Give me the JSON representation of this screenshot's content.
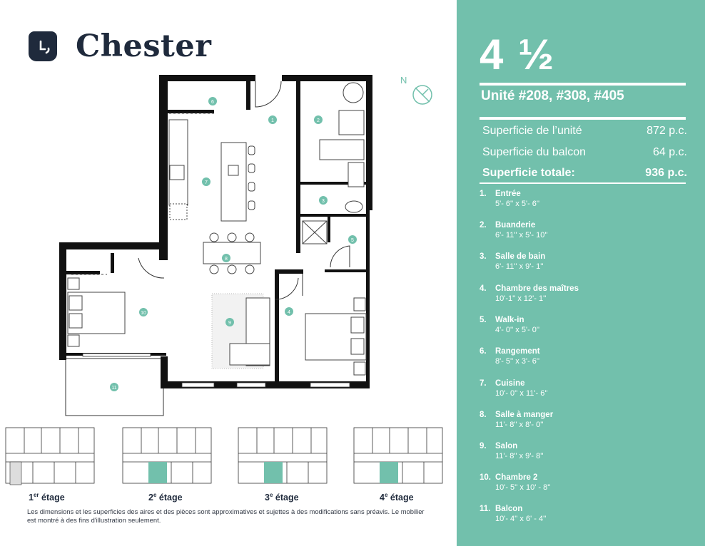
{
  "brand": {
    "name": "Chester",
    "logo_icon": "house-clock-icon"
  },
  "plan": {
    "north_label": "N",
    "room_markers": [
      "1",
      "2",
      "3",
      "4",
      "5",
      "6",
      "7",
      "8",
      "9",
      "10",
      "11"
    ],
    "accent_color": "#72c0ac",
    "wall_color": "#111111"
  },
  "floors": [
    {
      "label_num": "1",
      "label_ord": "er",
      "label_text": "étage",
      "highlighted": false
    },
    {
      "label_num": "2",
      "label_ord": "e",
      "label_text": "étage",
      "highlighted": true
    },
    {
      "label_num": "3",
      "label_ord": "e",
      "label_text": "étage",
      "highlighted": true
    },
    {
      "label_num": "4",
      "label_ord": "e",
      "label_text": "étage",
      "highlighted": true
    }
  ],
  "disclaimer": "Les dimensions et les superficies des aires et des pièces sont approximatives et sujettes à des modifications sans préavis. Le mobilier est montré à des fins d'illustration seulement.",
  "panel": {
    "bg_color": "#72c0ac",
    "unit_type": "4 ½",
    "unit_numbers": "Unité #208, #308, #405",
    "areas": [
      {
        "label": "Superficie de l’unité",
        "value": "872 p.c."
      },
      {
        "label": "Superficie du balcon",
        "value": "64 p.c."
      },
      {
        "label": "Superficie totale:",
        "value": "936 p.c."
      }
    ],
    "rooms": [
      {
        "num": "1.",
        "name": "Entrée",
        "dim": "5'- 6'' x 5'- 6''"
      },
      {
        "num": "2.",
        "name": "Buanderie",
        "dim": "6'- 11'' x 5'- 10''"
      },
      {
        "num": "3.",
        "name": "Salle de bain",
        "dim": "6'- 11'' x  9'- 1''"
      },
      {
        "num": "4.",
        "name": "Chambre des maîtres",
        "dim": "10'-1'' x 12'- 1''"
      },
      {
        "num": "5.",
        "name": "Walk-in",
        "dim": "4'- 0'' x 5'- 0''"
      },
      {
        "num": "6.",
        "name": "Rangement",
        "dim": "8'- 5'' x  3'- 6''"
      },
      {
        "num": "7.",
        "name": "Cuisine",
        "dim": "10'- 0'' x  11'- 6''"
      },
      {
        "num": "8.",
        "name": "Salle à manger",
        "dim": "11'- 8'' x 8'- 0''"
      },
      {
        "num": "9.",
        "name": "Salon",
        "dim": "11'- 8'' x 9'- 8''"
      },
      {
        "num": "10.",
        "name": "Chambre 2",
        "dim": "10'- 5'' x 10' - 8''"
      },
      {
        "num": "11.",
        "name": "Balcon",
        "dim": "10'- 4'' x 6' - 4''"
      }
    ]
  }
}
